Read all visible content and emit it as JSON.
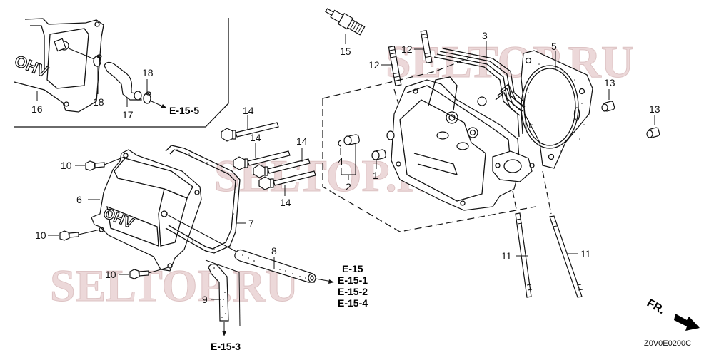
{
  "watermark": {
    "text_top": "SELTOP.RU",
    "text_middle": "SELTOP.RU",
    "text_bottom": "SELTOP.RU",
    "color": "#e9d2d3"
  },
  "callouts": {
    "c1": "1",
    "c2": "2",
    "c3": "3",
    "c4": "4",
    "c5": "5",
    "c6": "6",
    "c7": "7",
    "c8": "8",
    "c9": "9",
    "c10a": "10",
    "c10b": "10",
    "c10c": "10",
    "c11a": "11",
    "c11b": "11",
    "c12a": "12",
    "c12b": "12",
    "c13a": "13",
    "c13b": "13",
    "c14a": "14",
    "c14b": "14",
    "c14c": "14",
    "c14d": "14",
    "c15": "15",
    "c16": "16",
    "c17": "17",
    "c18a": "18",
    "c18b": "18"
  },
  "references": {
    "inset_hose": "E-15-5",
    "breather_group": [
      "E-15",
      "E-15-1",
      "E-15-2",
      "E-15-4"
    ],
    "drain_hose": "E-15-3"
  },
  "inset": {
    "cover_logo": "OHV"
  },
  "head_cover": {
    "logo": "OHV"
  },
  "direction_indicator": {
    "label": "FR."
  },
  "diagram_code": "Z0V0E0200C"
}
